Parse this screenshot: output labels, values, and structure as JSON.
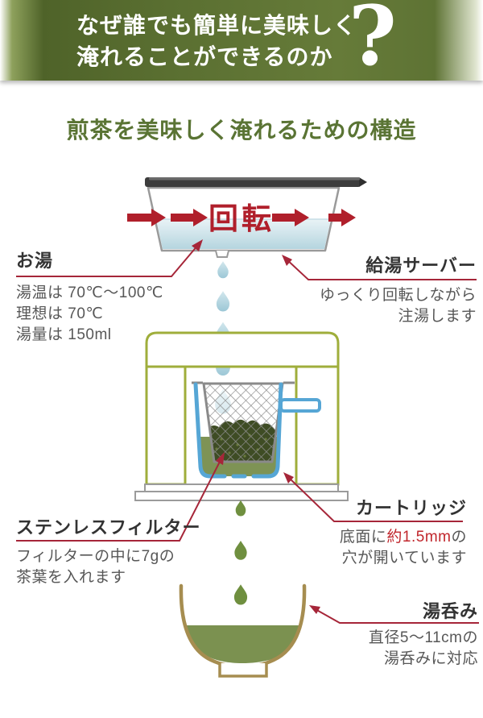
{
  "banner": {
    "line1": "なぜ誰でも簡単に美味しく",
    "line2": "淹れることができるのか",
    "question_mark": "?"
  },
  "title": "煎茶を美味しく淹れるための構造",
  "diagram": {
    "rotation_label": "回転",
    "labels": {
      "hot_water": {
        "title": "お湯",
        "lines": [
          "湯温は 70℃〜100℃",
          "理想は 70℃",
          "湯量は 150ml"
        ]
      },
      "water_server": {
        "title": "給湯サーバー",
        "lines": [
          "ゆっくり回転しながら",
          "注湯します"
        ]
      },
      "filter": {
        "title": "ステンレスフィルター",
        "lines": [
          "フィルターの中に7gの",
          "茶葉を入れます"
        ]
      },
      "cartridge": {
        "title": "カートリッジ",
        "line1_prefix": "底面に",
        "line1_highlight": "約1.5mm",
        "line1_suffix": "の",
        "line2": "穴が開いています"
      },
      "cup": {
        "title": "湯呑み",
        "lines": [
          "直径5〜11cmの",
          "湯呑みに対応"
        ]
      }
    }
  },
  "colors": {
    "banner_green": "#5a6f31",
    "title_green": "#5a7434",
    "accent_red": "#b01f2b",
    "connector_red": "#a62639",
    "highlight_red": "#c1272d",
    "machine_olive": "#9fae3b",
    "cartridge_blue": "#56a6d5",
    "water_blue": "#b5d5df",
    "tea_green": "#7b9150",
    "leaves_dark_green": "#3e4c24",
    "drop_green": "#6f8f3f",
    "cup_brown": "#a68d50",
    "label_text": "#333333",
    "body_text": "#575757"
  }
}
